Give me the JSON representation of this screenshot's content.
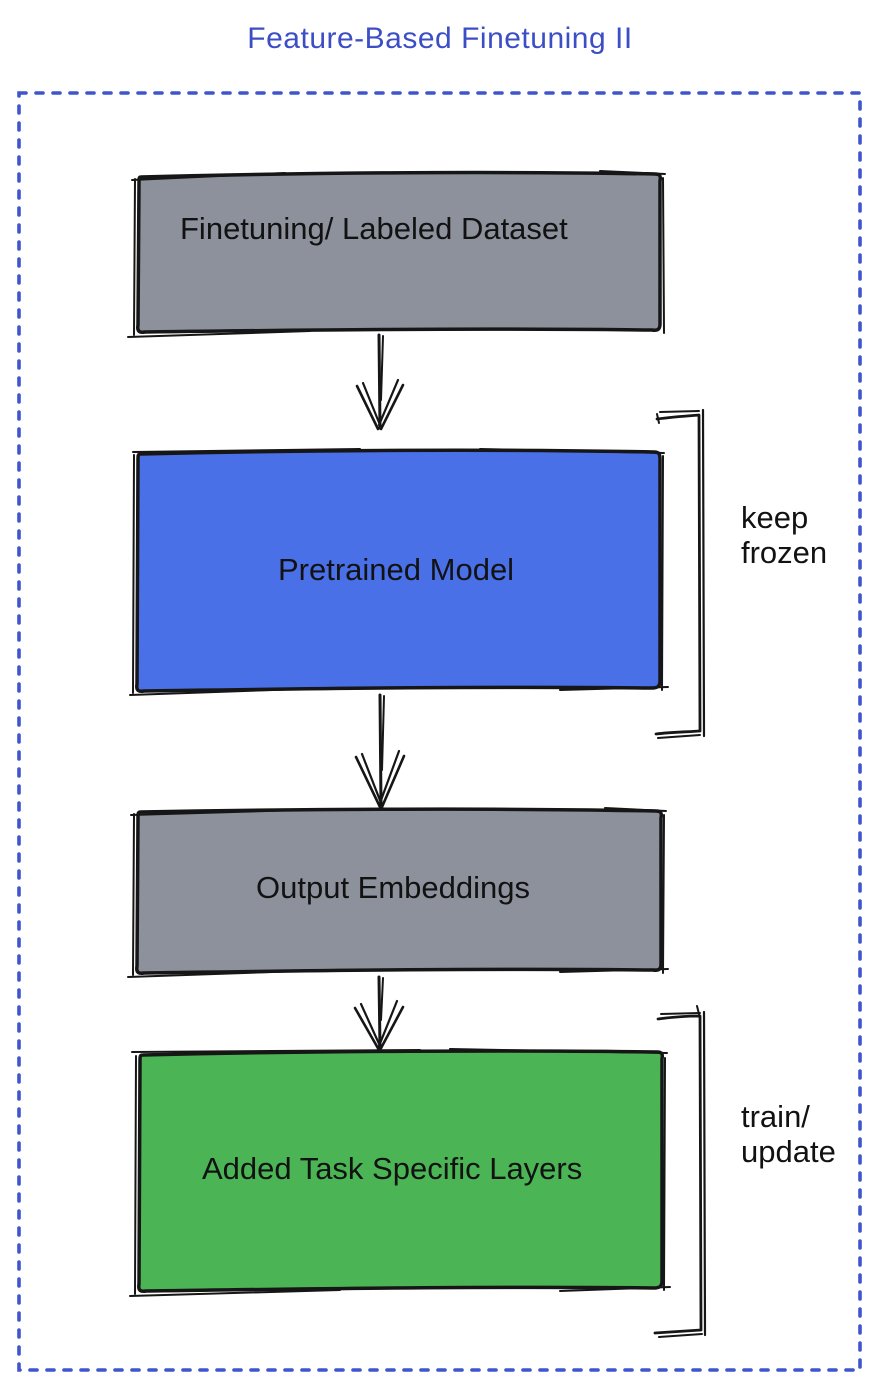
{
  "title": "Feature-Based Finetuning II",
  "colors": {
    "title_blue": "#3C4EC6",
    "dotted_border_blue": "#3F55CE",
    "sketch_stroke": "#161616",
    "box_gray": "#8C919B",
    "box_blue": "#4A70E8",
    "box_green": "#4BB455"
  },
  "boxes": [
    {
      "id": "finetuning-dataset",
      "label": "Finetuning/ Labeled Dataset",
      "fill": "#8C919B"
    },
    {
      "id": "pretrained-model",
      "label": "Pretrained Model",
      "fill": "#4A70E8"
    },
    {
      "id": "output-embeddings",
      "label": "Output Embeddings",
      "fill": "#8C919B"
    },
    {
      "id": "task-specific-layers",
      "label": "Added Task Specific Layers",
      "fill": "#4BB455"
    }
  ],
  "annotations": [
    {
      "id": "keep-frozen",
      "target": "pretrained-model",
      "line1": "keep",
      "line2": "frozen"
    },
    {
      "id": "train-update",
      "target": "task-specific-layers",
      "line1": "train/",
      "line2": "update"
    }
  ],
  "arrows": [
    {
      "from": "finetuning-dataset",
      "to": "pretrained-model"
    },
    {
      "from": "pretrained-model",
      "to": "output-embeddings"
    },
    {
      "from": "output-embeddings",
      "to": "task-specific-layers"
    }
  ]
}
